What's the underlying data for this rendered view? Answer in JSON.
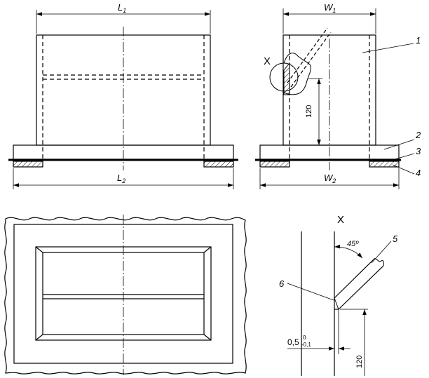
{
  "labels": {
    "L1_main": "L",
    "L1_sub": "1",
    "L2_main": "L",
    "L2_sub": "2",
    "W1_main": "W",
    "W1_sub": "1",
    "W2_main": "W",
    "W2_sub": "2",
    "dim_120_side": "120",
    "dim_120_detail": "120",
    "detail_marker_side": "X",
    "detail_title": "X",
    "angle": "45º",
    "tol_base": "0,5",
    "tol_upper": "0",
    "tol_lower": "-0,1",
    "item_1": "1",
    "item_2": "2",
    "item_3": "3",
    "item_4": "4",
    "item_5": "5",
    "item_6": "6"
  },
  "colors": {
    "line": "#000000",
    "hatch": "#000000",
    "background": "#ffffff"
  }
}
